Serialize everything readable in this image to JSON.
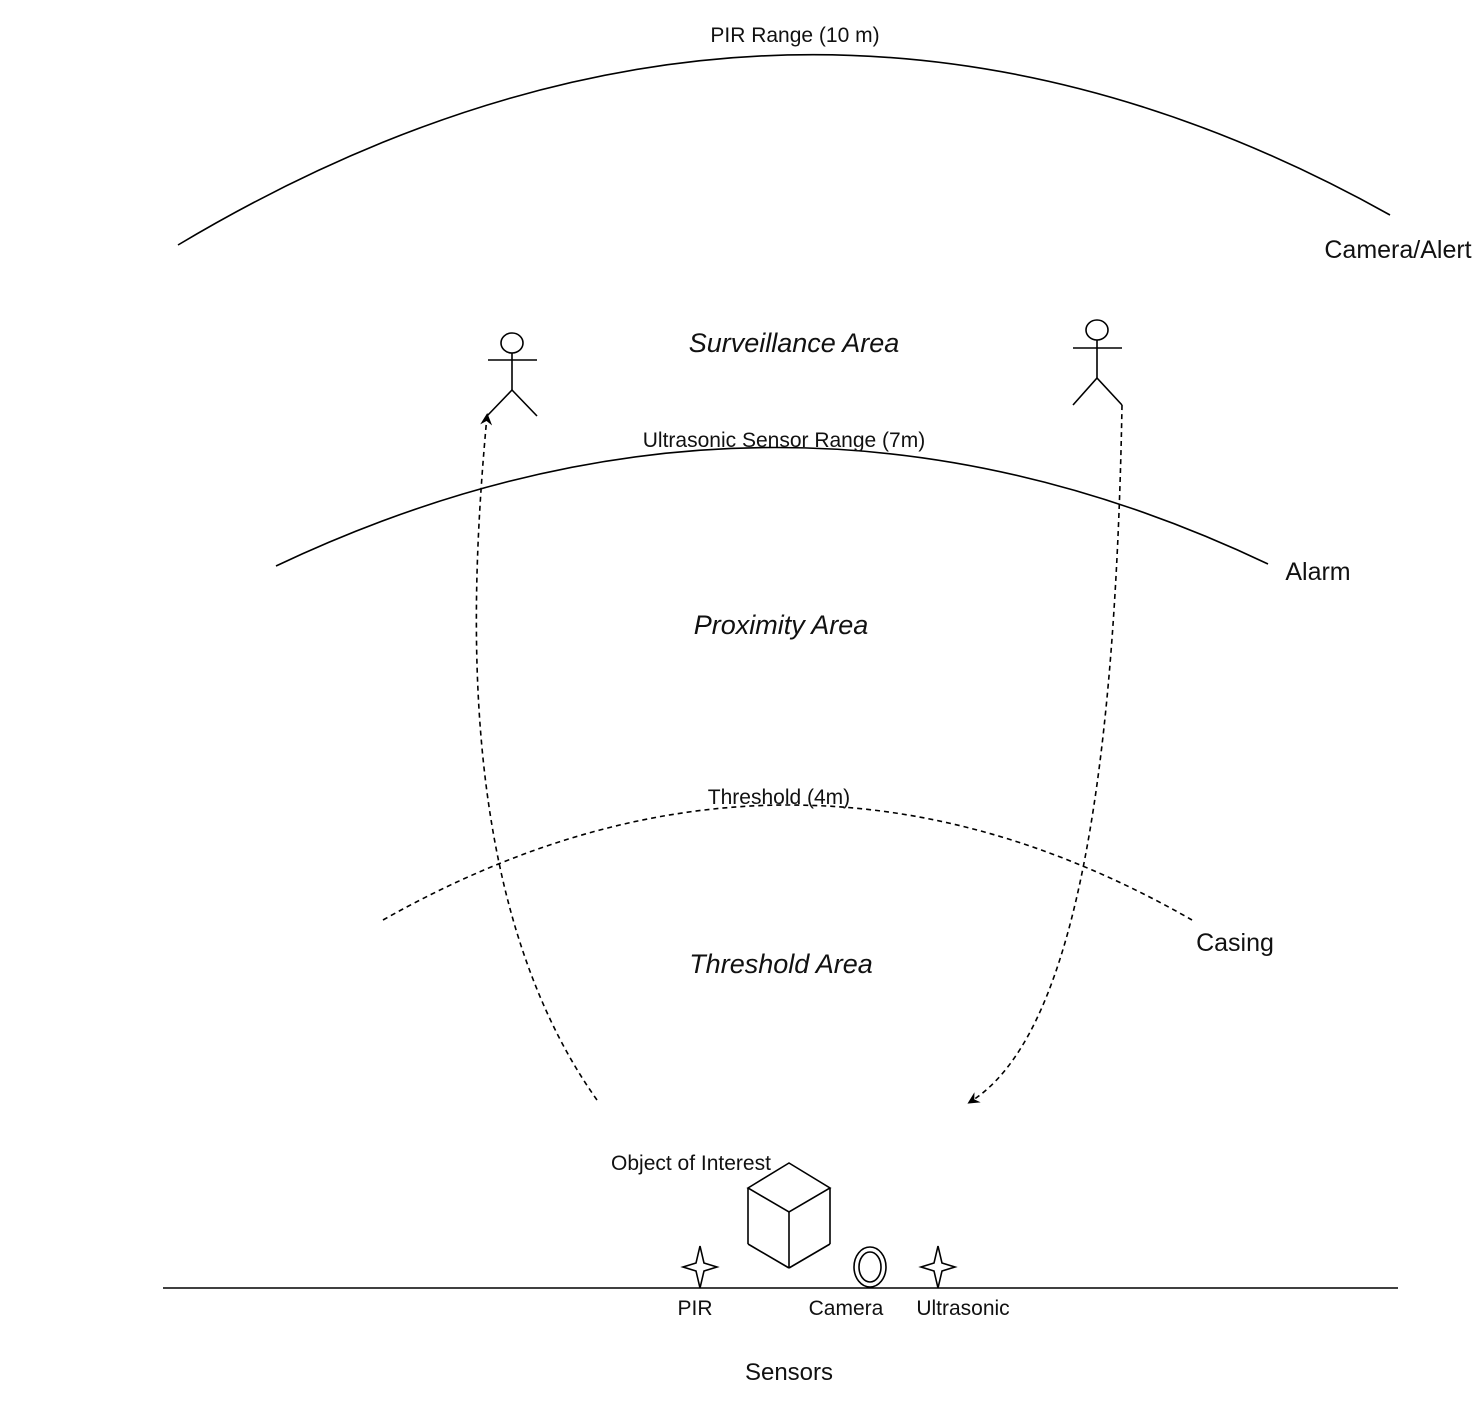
{
  "ranges": {
    "pir": {
      "label": "PIR Range (10 m)",
      "side_label": "Camera/Alert"
    },
    "ultrasonic": {
      "label": "Ultrasonic Sensor Range (7m)",
      "side_label": "Alarm"
    },
    "threshold": {
      "label": "Threshold (4m)",
      "side_label": "Casing"
    }
  },
  "areas": {
    "surveillance": "Surveillance Area",
    "proximity": "Proximity Area",
    "threshold": "Threshold Area"
  },
  "object": {
    "label": "Object of Interest"
  },
  "sensors": {
    "title": "Sensors",
    "pir": "PIR",
    "camera": "Camera",
    "ultrasonic": "Ultrasonic"
  },
  "icons": [
    "person-icon",
    "cube-icon",
    "star-sensor-icon",
    "camera-ring-icon"
  ]
}
